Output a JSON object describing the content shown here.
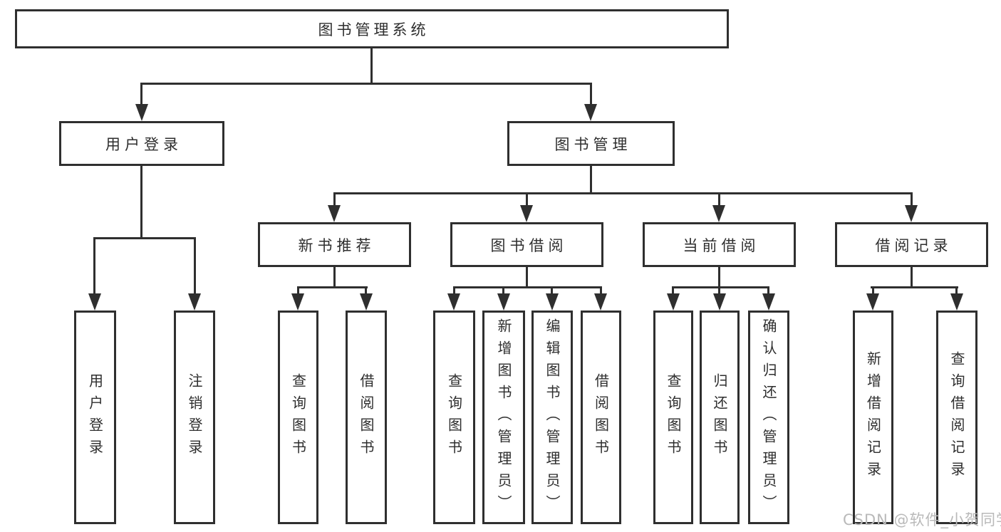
{
  "diagram_title": "图书管理系统",
  "tree": {
    "label": "图书管理系统",
    "children": [
      {
        "label": "用户登录",
        "children": [
          {
            "label": "用户登录"
          },
          {
            "label": "注销登录"
          }
        ]
      },
      {
        "label": "图书管理",
        "children": [
          {
            "label": "新书推荐",
            "children": [
              {
                "label": "查询图书"
              },
              {
                "label": "借阅图书"
              }
            ]
          },
          {
            "label": "图书借阅",
            "children": [
              {
                "label": "查询图书"
              },
              {
                "label": "新增图书（管理员）"
              },
              {
                "label": "编辑图书（管理员）"
              },
              {
                "label": "借阅图书"
              }
            ]
          },
          {
            "label": "当前借阅",
            "children": [
              {
                "label": "查询图书"
              },
              {
                "label": "归还图书"
              },
              {
                "label": "确认归还（管理员）"
              }
            ]
          },
          {
            "label": "借阅记录",
            "children": [
              {
                "label": "新增借阅记录"
              },
              {
                "label": "查询借阅记录"
              }
            ]
          }
        ]
      }
    ]
  },
  "watermark": {
    "text": "CSDN @软件_小贺同学",
    "color": "#b9b9b9"
  },
  "colors": {
    "line": "#2f2f2f",
    "text": "#2e2e2e",
    "background": "#ffffff",
    "watermark": "#b9b9b9"
  }
}
